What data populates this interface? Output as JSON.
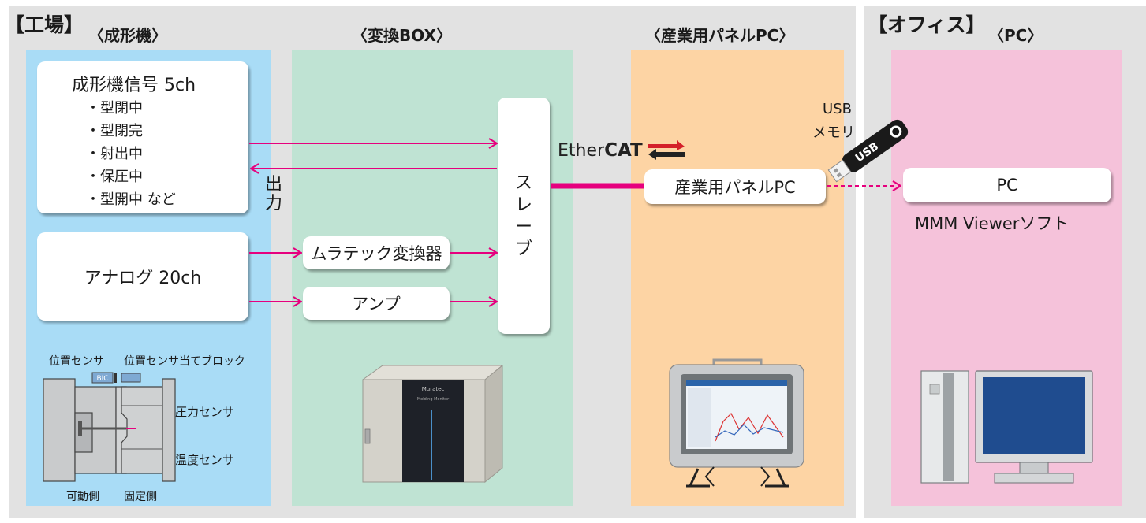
{
  "factory": {
    "label": "【工場】",
    "machine_header": "〈成形機〉",
    "box_header": "〈変換BOX〉",
    "panel_header": "〈産業用パネルPC〉"
  },
  "office": {
    "label": "【オフィス】",
    "pc_header": "〈PC〉"
  },
  "signals": {
    "title": "成形機信号 5ch",
    "items": [
      "・型閉中",
      "・型閉完",
      "・射出中",
      "・保圧中",
      "・型開中 など"
    ]
  },
  "output_label": [
    "出",
    "力"
  ],
  "analog": "アナログ 20ch",
  "converter": "ムラテック変換器",
  "amp": "アンプ",
  "slave": [
    "ス",
    "レ",
    "ー",
    "ブ"
  ],
  "ethercat": {
    "text1": "Ether",
    "text2": "CAT"
  },
  "panel_pc": "産業用パネルPC",
  "usb": {
    "line1": "USB",
    "line2": "メモリ",
    "stick_text": "USB"
  },
  "pc": "PC",
  "pc_software": "MMM Viewerソフト",
  "sensors": {
    "position": "位置センサ",
    "block": "位置センサ当てブロック",
    "bic": "BIC",
    "pressure": "圧力センサ",
    "temperature": "温度センサ",
    "movable": "可動側",
    "fixed": "固定側"
  },
  "device_text": {
    "brand": "Muratec",
    "model": "Molding Monitor"
  },
  "colors": {
    "arrow": "#e6007e",
    "machine_zone": "#a9dcf6",
    "box_zone": "#bfe3d3",
    "panel_zone": "#fdd4a4",
    "pc_zone": "#f5c2da"
  }
}
